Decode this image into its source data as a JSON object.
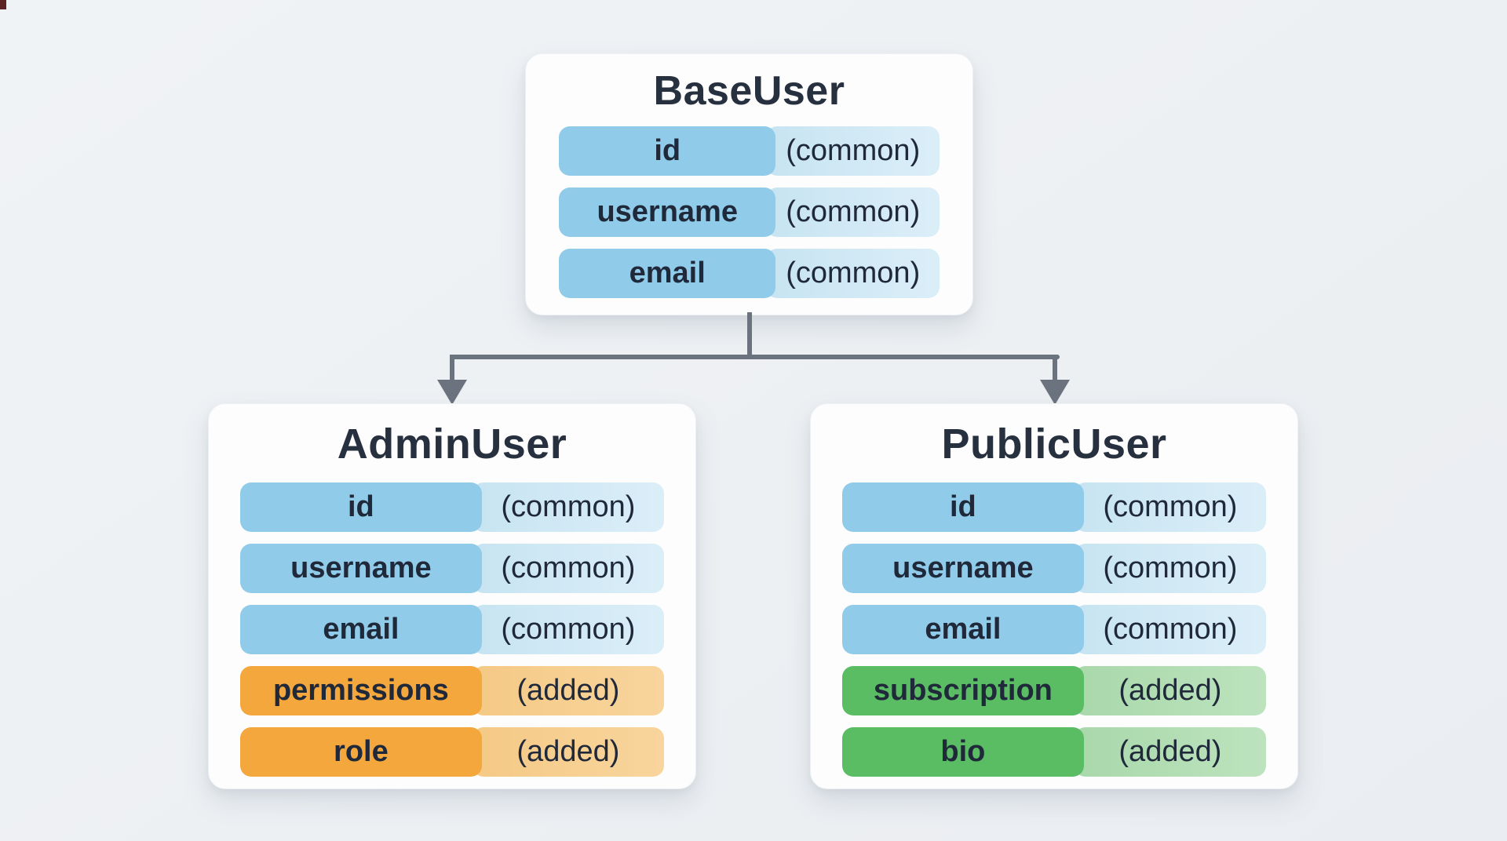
{
  "page": {
    "background": "#eef1f4"
  },
  "palette": {
    "page_bg": "#eef1f4",
    "card_bg": "#fdfdfe",
    "title_color": "#27303f",
    "field_text": "#20293a",
    "connector": "#6b737e",
    "blue_left": "#90cce9",
    "blue_right_a": "#c7e4f2",
    "blue_right_b": "#dbeef8",
    "orange_left": "#f4a73d",
    "orange_right_a": "#f5c985",
    "orange_right_b": "#f8d59d",
    "green_left": "#5abd64",
    "green_right_a": "#a9d8ab",
    "green_right_b": "#bce3bd"
  },
  "diagram": {
    "nodes": [
      {
        "id": "base",
        "title": "BaseUser",
        "fields": [
          {
            "name": "id",
            "tag": "(common)",
            "kind": "common",
            "color": "blue"
          },
          {
            "name": "username",
            "tag": "(common)",
            "kind": "common",
            "color": "blue"
          },
          {
            "name": "email",
            "tag": "(common)",
            "kind": "common",
            "color": "blue"
          }
        ]
      },
      {
        "id": "admin",
        "title": "AdminUser",
        "fields": [
          {
            "name": "id",
            "tag": "(common)",
            "kind": "common",
            "color": "blue"
          },
          {
            "name": "username",
            "tag": "(common)",
            "kind": "common",
            "color": "blue"
          },
          {
            "name": "email",
            "tag": "(common)",
            "kind": "common",
            "color": "blue"
          },
          {
            "name": "permissions",
            "tag": "(added)",
            "kind": "added",
            "color": "orange"
          },
          {
            "name": "role",
            "tag": "(added)",
            "kind": "added",
            "color": "orange"
          }
        ]
      },
      {
        "id": "public",
        "title": "PublicUser",
        "fields": [
          {
            "name": "id",
            "tag": "(common)",
            "kind": "common",
            "color": "blue"
          },
          {
            "name": "username",
            "tag": "(common)",
            "kind": "common",
            "color": "blue"
          },
          {
            "name": "email",
            "tag": "(common)",
            "kind": "common",
            "color": "blue"
          },
          {
            "name": "subscription",
            "tag": "(added)",
            "kind": "added",
            "color": "green"
          },
          {
            "name": "bio",
            "tag": "(added)",
            "kind": "added",
            "color": "green"
          }
        ]
      }
    ],
    "edges": [
      {
        "from": "BaseUser",
        "to": "AdminUser"
      },
      {
        "from": "BaseUser",
        "to": "PublicUser"
      }
    ]
  }
}
